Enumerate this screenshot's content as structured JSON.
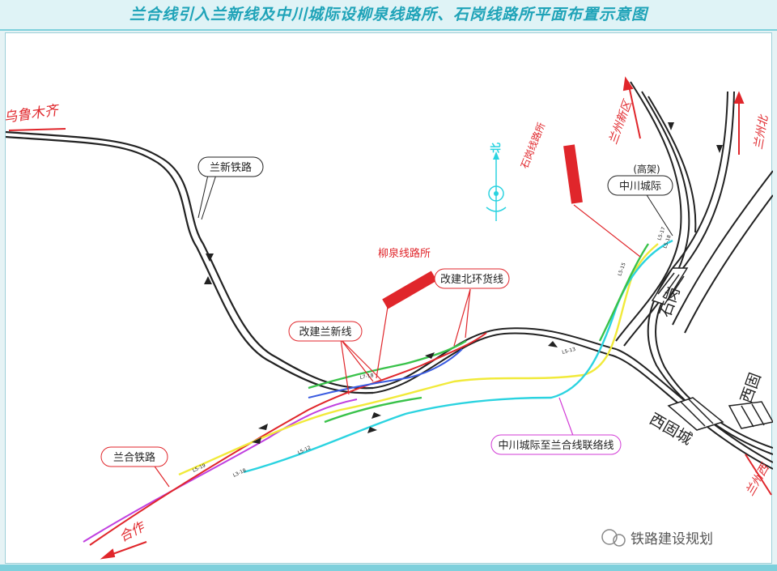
{
  "title": "兰合线引入兰新线及中川城际设柳泉线路所、石岗线路所平面布置示意图",
  "labels": {
    "urumqi": "乌鲁木齐",
    "lanxin_railway": "兰新铁路",
    "north_symbol": "北",
    "shigang_station": "石岗线路所",
    "elevated": "(高架)",
    "zhongchuan_intercity": "中川城际",
    "lanzhou_new_area": "兰州新区",
    "lanzhou_north": "兰州北",
    "liuquan_station": "柳泉线路所",
    "rebuild_beihuan": "改建北环货线",
    "rebuild_lanxin": "改建兰新线",
    "shigang_place": "石岗",
    "xigu": "西固",
    "xigucheng": "西固城",
    "zhongchuan_link": "中川城际至兰合线联络线",
    "lanhe_railway": "兰合铁路",
    "hezuo": "合作",
    "lanzhou_west": "兰州西",
    "watermark": "铁路建设规划"
  },
  "switch_labels": [
    "L7-18",
    "L5-13",
    "L5-18",
    "L5-17",
    "L5-15",
    "L5-19",
    "L3-18",
    "L5-12"
  ],
  "colors": {
    "track": "#222222",
    "red_line": "#e0262b",
    "cyan_line": "#2bd3e0",
    "yellow_line": "#f1ea3a",
    "green_line": "#39c24a",
    "purple_line": "#c040e0",
    "blue_line": "#3a5be0",
    "callout": "#e0262b",
    "callout_pink": "#d23bd6",
    "title": "#1fa3b8"
  }
}
